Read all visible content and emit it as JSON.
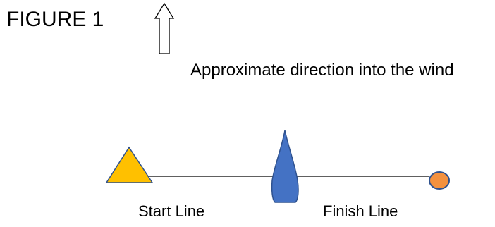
{
  "figure": {
    "title": "FIGURE 1"
  },
  "wind": {
    "label": "Approximate direction into the wind",
    "icon": "up-arrow-icon"
  },
  "start_line": {
    "label": "Start Line",
    "marker": "triangle-buoy-icon"
  },
  "finish_line": {
    "label": "Finish Line",
    "marker": "circle-buoy-icon"
  },
  "boat": {
    "icon": "boat-hull-icon"
  },
  "colors": {
    "start_marker_fill": "#FFC000",
    "start_marker_stroke": "#2F528F",
    "boat_fill": "#4472C4",
    "boat_stroke": "#2F528F",
    "finish_marker_fill": "#F4913E",
    "finish_marker_stroke": "#2F528F",
    "line": "#000000",
    "arrow_stroke": "#000000"
  }
}
